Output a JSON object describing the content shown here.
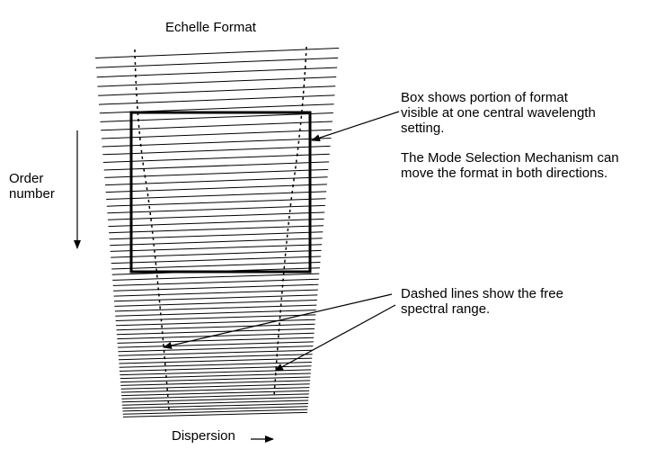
{
  "title": "Echelle Format",
  "axis": {
    "order_label_lines": [
      "Order",
      "number"
    ],
    "dispersion_label": "Dispersion"
  },
  "annotations": {
    "box_note_lines": [
      "Box shows portion of format",
      "visible at one central wavelength",
      "setting."
    ],
    "mechanism_note_lines": [
      "The Mode Selection Mechanism can",
      "move the format in both directions."
    ],
    "dashed_note_lines": [
      "Dashed lines show the free",
      "spectral range."
    ]
  },
  "colors": {
    "line": "#000000",
    "background": "#ffffff"
  }
}
